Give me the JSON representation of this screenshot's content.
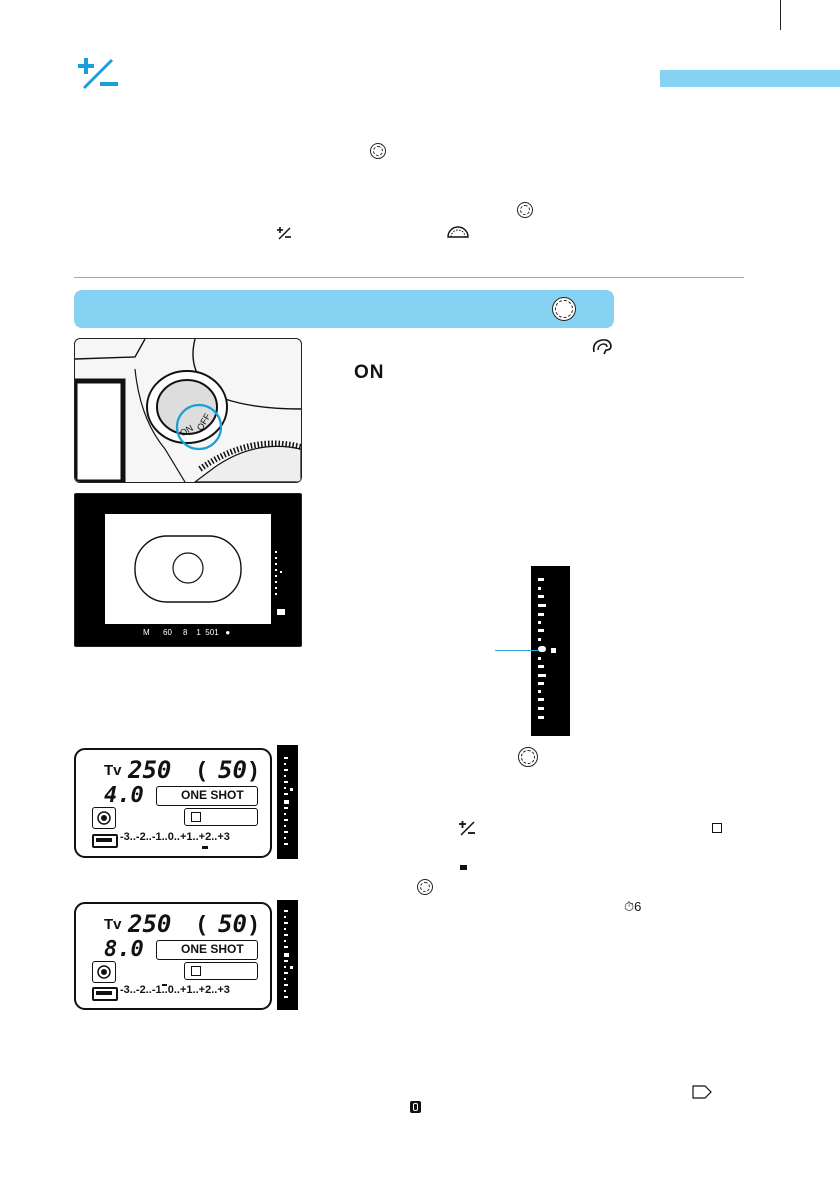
{
  "header": {
    "icon_symbol": "+/–"
  },
  "step1": {
    "switch_label": "ON"
  },
  "viewfinder": {
    "readout": [
      "M",
      "60",
      "8",
      "1",
      "501",
      "●"
    ]
  },
  "lcd_panel_1": {
    "mode": "Tv",
    "shutter": "250",
    "shots": "50",
    "aperture": "4.0",
    "af_mode": "ONE SHOT",
    "scale": [
      "-3",
      "-2",
      "-1",
      "0",
      "+1",
      "+2",
      "+3"
    ]
  },
  "lcd_panel_2": {
    "mode": "Tv",
    "shutter": "250",
    "shots": "50",
    "aperture": "8.0",
    "af_mode": "ONE SHOT",
    "scale": [
      "-3",
      "-2",
      "-1",
      "0",
      "+1",
      "+2",
      "+3"
    ]
  },
  "timer": {
    "value": "6"
  },
  "colors": {
    "accent": "#1aa0d8",
    "banner": "#86d2f2",
    "rule": "#5ac1e8"
  }
}
